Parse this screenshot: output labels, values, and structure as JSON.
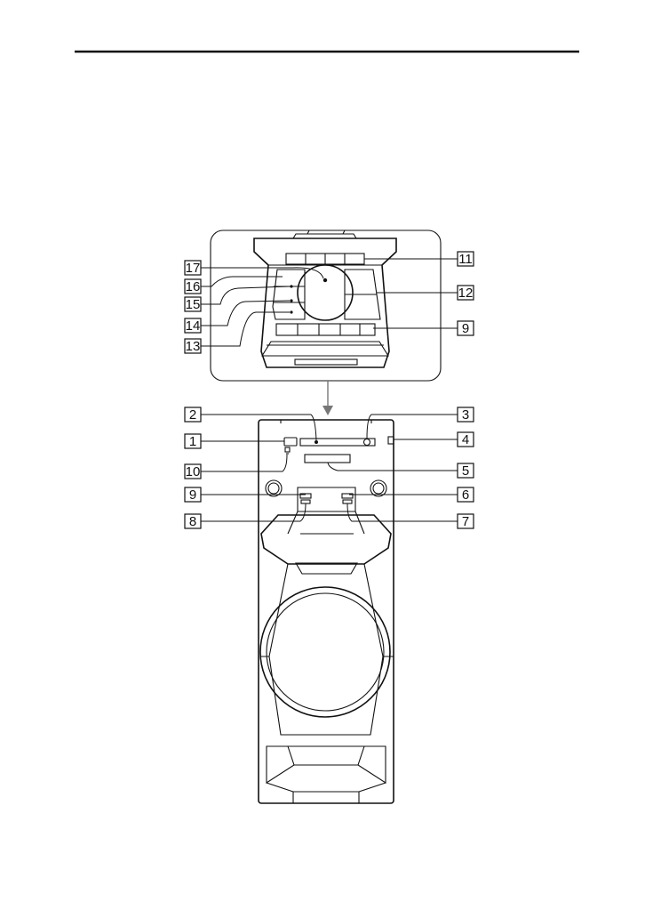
{
  "callouts": [
    {
      "id": "c17",
      "label": "17"
    },
    {
      "id": "c16",
      "label": "16"
    },
    {
      "id": "c15",
      "label": "15"
    },
    {
      "id": "c14",
      "label": "14"
    },
    {
      "id": "c13",
      "label": "13"
    },
    {
      "id": "c11",
      "label": "11"
    },
    {
      "id": "c12",
      "label": "12"
    },
    {
      "id": "c9a",
      "label": "9"
    },
    {
      "id": "c2",
      "label": "2"
    },
    {
      "id": "c1",
      "label": "1"
    },
    {
      "id": "c10",
      "label": "10"
    },
    {
      "id": "c9b",
      "label": "9"
    },
    {
      "id": "c8",
      "label": "8"
    },
    {
      "id": "c3",
      "label": "3"
    },
    {
      "id": "c4",
      "label": "4"
    },
    {
      "id": "c5",
      "label": "5"
    },
    {
      "id": "c6",
      "label": "6"
    },
    {
      "id": "c7",
      "label": "7"
    }
  ]
}
